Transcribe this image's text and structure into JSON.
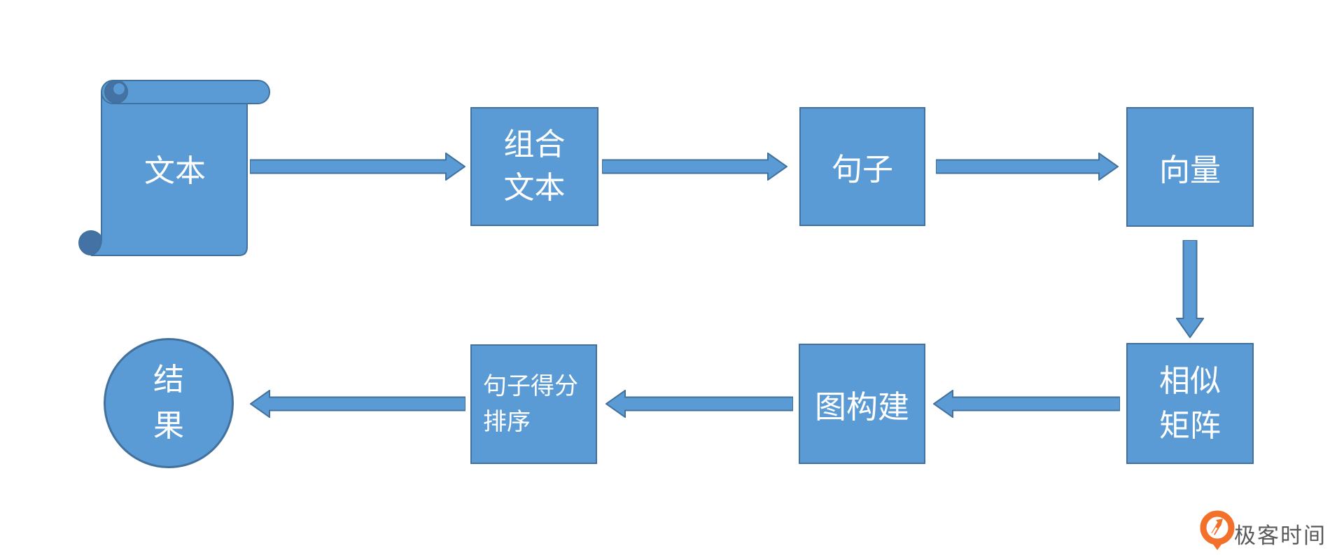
{
  "colors": {
    "node_fill": "#5b9bd5",
    "node_border": "#41719c",
    "node_text": "#ffffff",
    "scroll_curl": "#4472a4",
    "logo_orange": "#f3702b",
    "logo_text_color": "#595959"
  },
  "diagram": {
    "nodes": [
      {
        "id": "source-text",
        "shape": "scroll",
        "label": "文本"
      },
      {
        "id": "combined-text",
        "shape": "rect",
        "label": "组合\n文本"
      },
      {
        "id": "sentences",
        "shape": "rect",
        "label": "句子"
      },
      {
        "id": "vectors",
        "shape": "rect",
        "label": "向量"
      },
      {
        "id": "similarity-matrix",
        "shape": "rect",
        "label": "相似\n矩阵"
      },
      {
        "id": "graph-construction",
        "shape": "rect",
        "label": "图构建"
      },
      {
        "id": "sentence-score-ranking",
        "shape": "rect",
        "label": "句子得分\n排序"
      },
      {
        "id": "result",
        "shape": "circle",
        "label": "结\n果"
      }
    ],
    "edges": [
      {
        "from": "source-text",
        "to": "combined-text",
        "direction": "right"
      },
      {
        "from": "combined-text",
        "to": "sentences",
        "direction": "right"
      },
      {
        "from": "sentences",
        "to": "vectors",
        "direction": "right"
      },
      {
        "from": "vectors",
        "to": "similarity-matrix",
        "direction": "down"
      },
      {
        "from": "similarity-matrix",
        "to": "graph-construction",
        "direction": "left"
      },
      {
        "from": "graph-construction",
        "to": "sentence-score-ranking",
        "direction": "left"
      },
      {
        "from": "sentence-score-ranking",
        "to": "result",
        "direction": "left"
      }
    ]
  },
  "watermark": {
    "logo_text": "极客时间"
  }
}
